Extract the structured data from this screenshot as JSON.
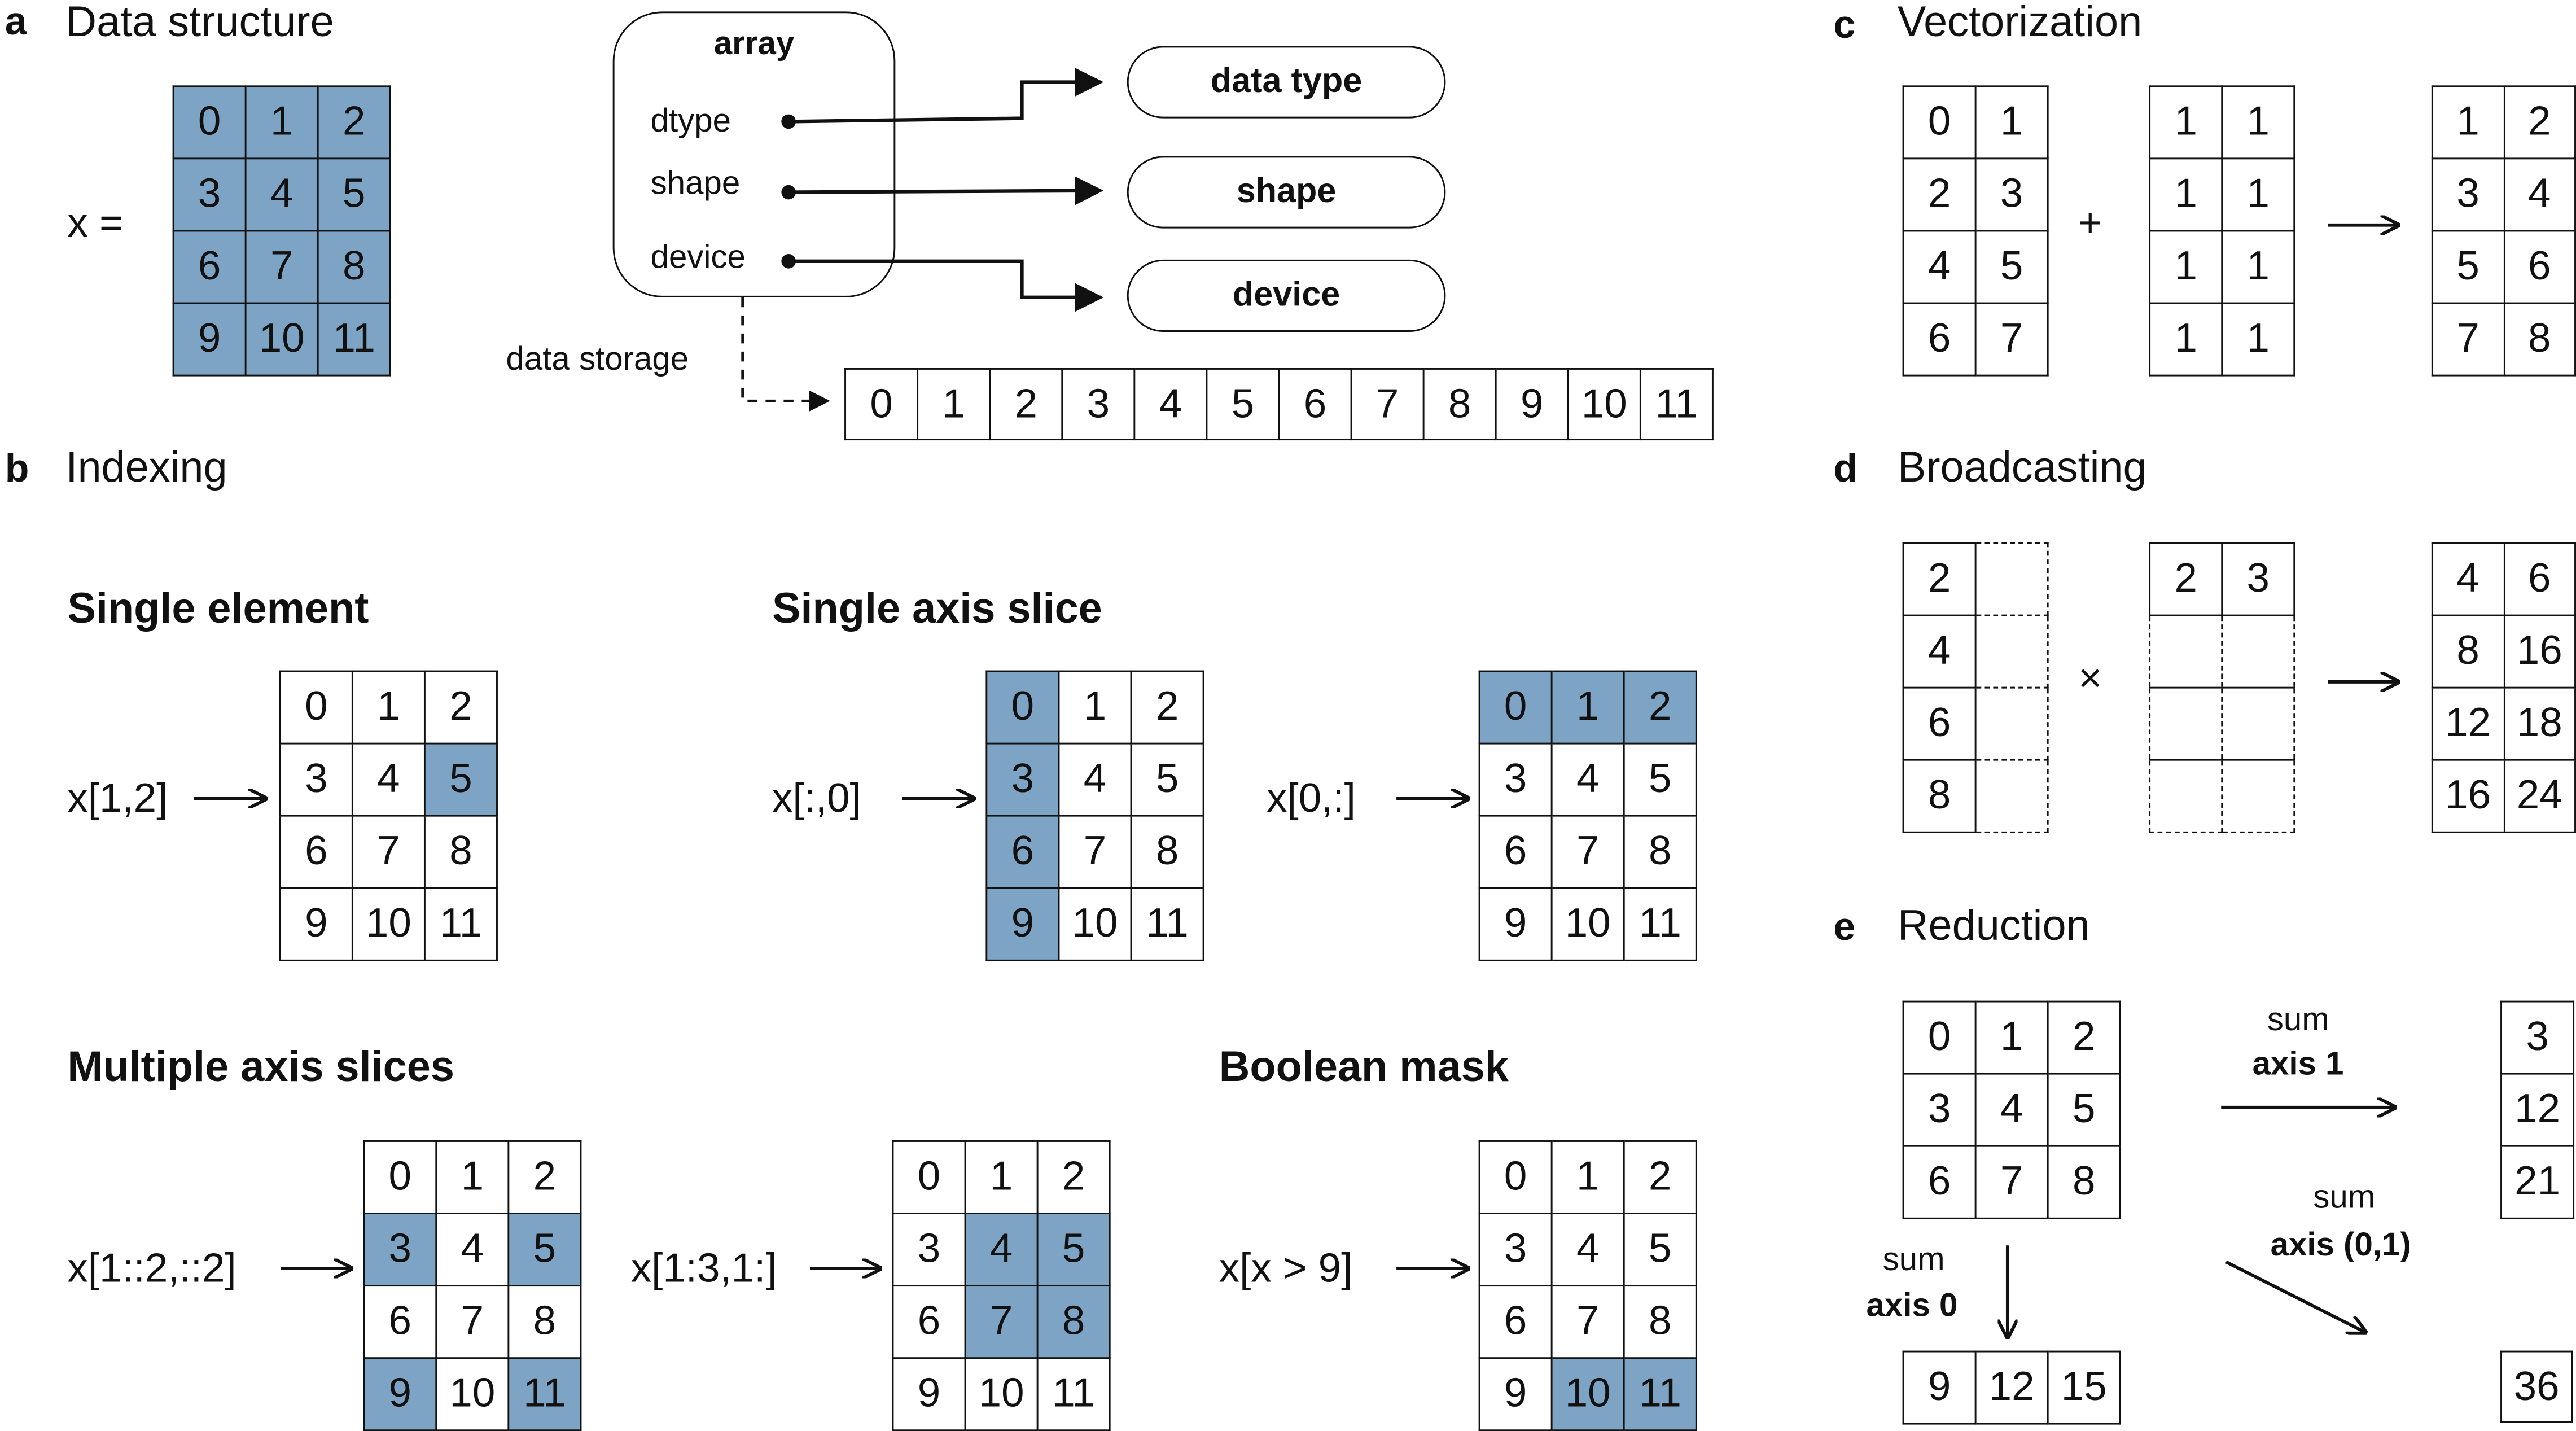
{
  "panels": {
    "a": {
      "letter": "a",
      "title": "Data structure"
    },
    "b": {
      "letter": "b",
      "title": "Indexing"
    },
    "c": {
      "letter": "c",
      "title": "Vectorization"
    },
    "d": {
      "letter": "d",
      "title": "Broadcasting"
    },
    "e": {
      "letter": "e",
      "title": "Reduction"
    }
  },
  "a": {
    "x_label": "x =",
    "array_title": "array",
    "fields": [
      "dtype",
      "shape",
      "device"
    ],
    "targets": [
      "data type",
      "shape",
      "device"
    ],
    "storage_label": "data storage",
    "storage": [
      "0",
      "1",
      "2",
      "3",
      "4",
      "5",
      "6",
      "7",
      "8",
      "9",
      "10",
      "11"
    ]
  },
  "b": {
    "single_element": {
      "heading": "Single element",
      "expr": "x[1,2]"
    },
    "single_axis": {
      "heading": "Single axis slice",
      "expr1": "x[:,0]",
      "expr2": "x[0,:]"
    },
    "multi_axis": {
      "heading": "Multiple axis slices",
      "expr1": "x[1::2,::2]",
      "expr2": "x[1:3,1:]"
    },
    "boolean": {
      "heading": "Boolean mask",
      "expr": "x[x > 9]"
    }
  },
  "c": {
    "plus": "+"
  },
  "d": {
    "times": "×"
  },
  "e": {
    "sum_axis1_word": "sum",
    "sum_axis1_label": "axis 1",
    "sum_axis01_word": "sum",
    "sum_axis01_label": "axis (0,1)",
    "sum_axis0_word": "sum",
    "sum_axis0_label": "axis 0",
    "result_total": "36"
  },
  "grids": {
    "a_x": {
      "rows": [
        [
          "0",
          "1",
          "2"
        ],
        [
          "3",
          "4",
          "5"
        ],
        [
          "6",
          "7",
          "8"
        ],
        [
          "9",
          "10",
          "11"
        ]
      ],
      "hl": [
        [
          0,
          0
        ],
        [
          0,
          1
        ],
        [
          0,
          2
        ],
        [
          1,
          0
        ],
        [
          1,
          1
        ],
        [
          1,
          2
        ],
        [
          2,
          0
        ],
        [
          2,
          1
        ],
        [
          2,
          2
        ],
        [
          3,
          0
        ],
        [
          3,
          1
        ],
        [
          3,
          2
        ]
      ]
    },
    "b_single": {
      "rows": [
        [
          "0",
          "1",
          "2"
        ],
        [
          "3",
          "4",
          "5"
        ],
        [
          "6",
          "7",
          "8"
        ],
        [
          "9",
          "10",
          "11"
        ]
      ],
      "hl": [
        [
          1,
          2
        ]
      ]
    },
    "b_col": {
      "rows": [
        [
          "0",
          "1",
          "2"
        ],
        [
          "3",
          "4",
          "5"
        ],
        [
          "6",
          "7",
          "8"
        ],
        [
          "9",
          "10",
          "11"
        ]
      ],
      "hl": [
        [
          0,
          0
        ],
        [
          1,
          0
        ],
        [
          2,
          0
        ],
        [
          3,
          0
        ]
      ]
    },
    "b_row": {
      "rows": [
        [
          "0",
          "1",
          "2"
        ],
        [
          "3",
          "4",
          "5"
        ],
        [
          "6",
          "7",
          "8"
        ],
        [
          "9",
          "10",
          "11"
        ]
      ],
      "hl": [
        [
          0,
          0
        ],
        [
          0,
          1
        ],
        [
          0,
          2
        ]
      ]
    },
    "b_step": {
      "rows": [
        [
          "0",
          "1",
          "2"
        ],
        [
          "3",
          "4",
          "5"
        ],
        [
          "6",
          "7",
          "8"
        ],
        [
          "9",
          "10",
          "11"
        ]
      ],
      "hl": [
        [
          1,
          0
        ],
        [
          1,
          2
        ],
        [
          3,
          0
        ],
        [
          3,
          2
        ]
      ]
    },
    "b_range": {
      "rows": [
        [
          "0",
          "1",
          "2"
        ],
        [
          "3",
          "4",
          "5"
        ],
        [
          "6",
          "7",
          "8"
        ],
        [
          "9",
          "10",
          "11"
        ]
      ],
      "hl": [
        [
          1,
          1
        ],
        [
          1,
          2
        ],
        [
          2,
          1
        ],
        [
          2,
          2
        ]
      ]
    },
    "b_mask": {
      "rows": [
        [
          "0",
          "1",
          "2"
        ],
        [
          "3",
          "4",
          "5"
        ],
        [
          "6",
          "7",
          "8"
        ],
        [
          "9",
          "10",
          "11"
        ]
      ],
      "hl": [
        [
          3,
          1
        ],
        [
          3,
          2
        ]
      ]
    },
    "c_left": {
      "rows": [
        [
          "0",
          "1"
        ],
        [
          "2",
          "3"
        ],
        [
          "4",
          "5"
        ],
        [
          "6",
          "7"
        ]
      ],
      "hl": []
    },
    "c_mid": {
      "rows": [
        [
          "1",
          "1"
        ],
        [
          "1",
          "1"
        ],
        [
          "1",
          "1"
        ],
        [
          "1",
          "1"
        ]
      ],
      "hl": []
    },
    "c_right": {
      "rows": [
        [
          "1",
          "2"
        ],
        [
          "3",
          "4"
        ],
        [
          "5",
          "6"
        ],
        [
          "7",
          "8"
        ]
      ],
      "hl": []
    },
    "d_left": {
      "rows": [
        [
          "2",
          ""
        ],
        [
          "4",
          ""
        ],
        [
          "6",
          ""
        ],
        [
          "8",
          ""
        ]
      ],
      "hl": []
    },
    "d_mid": {
      "rows": [
        [
          "2",
          "3"
        ],
        [
          "",
          ""
        ],
        [
          "",
          ""
        ],
        [
          "",
          ""
        ]
      ],
      "hl": []
    },
    "d_right": {
      "rows": [
        [
          "4",
          "6"
        ],
        [
          "8",
          "16"
        ],
        [
          "12",
          "18"
        ],
        [
          "16",
          "24"
        ]
      ],
      "hl": []
    },
    "e_src": {
      "rows": [
        [
          "0",
          "1",
          "2"
        ],
        [
          "3",
          "4",
          "5"
        ],
        [
          "6",
          "7",
          "8"
        ]
      ],
      "hl": []
    },
    "e_axis1": {
      "rows": [
        [
          "3"
        ],
        [
          "12"
        ],
        [
          "21"
        ]
      ],
      "hl": []
    },
    "e_axis0": {
      "rows": [
        [
          "9",
          "12",
          "15"
        ]
      ],
      "hl": []
    }
  }
}
